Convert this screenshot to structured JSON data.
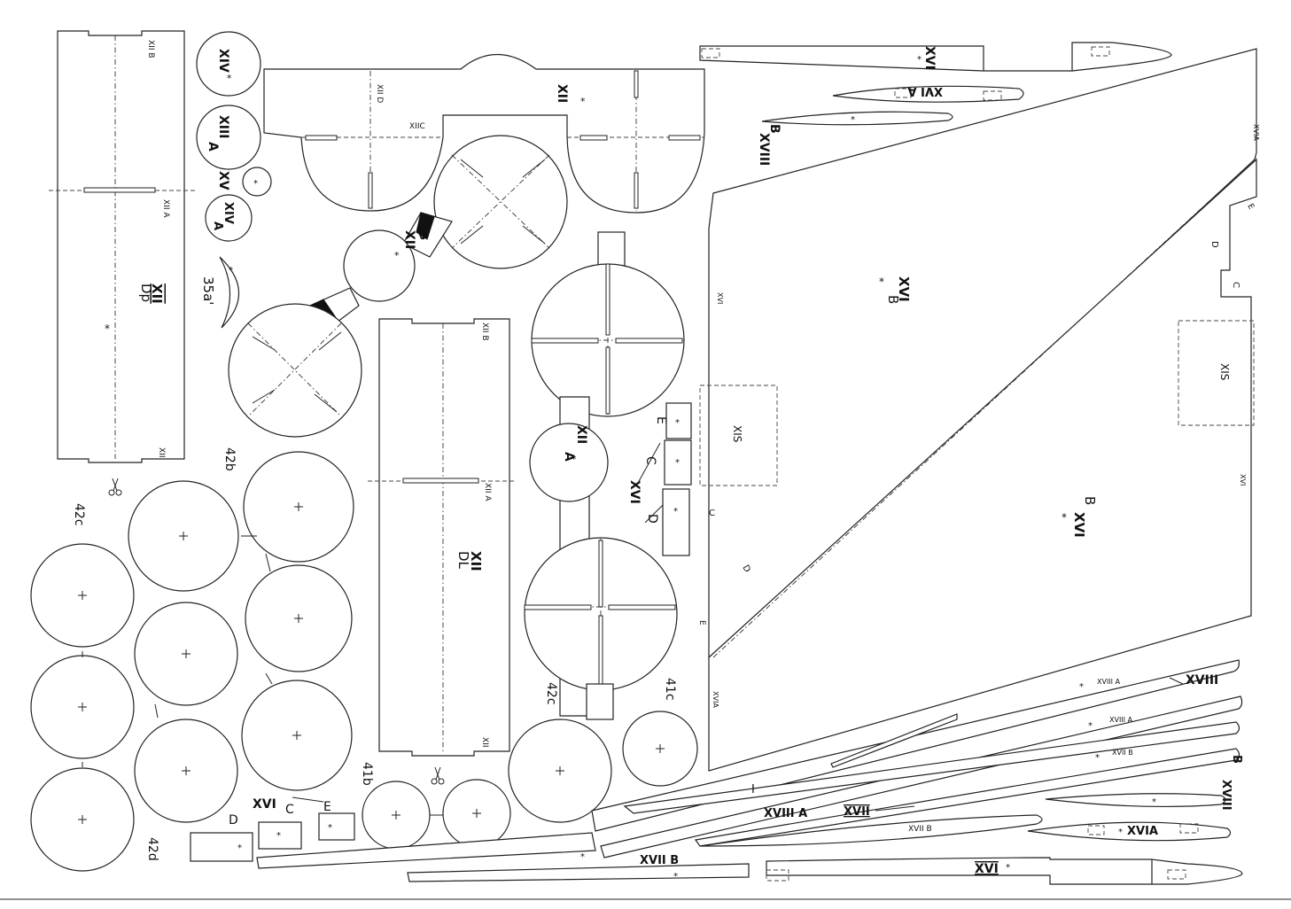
{
  "labels": {
    "xiv": "XIV",
    "xiii": "XIII",
    "xiii_a": "A",
    "xv": "XV",
    "xiv_a_top": "XIV",
    "xiv_a_sub": "A",
    "part_35a": "35a'",
    "xii_top": "XII",
    "xii_b_main": "XII",
    "xii_b_letter": "B",
    "xii_a_main": "XII",
    "xii_a_letter": "A",
    "xii_dp_main": "XII",
    "xii_dp_sub": "Dp",
    "xii_dl_main": "XII",
    "xii_dl_sub": "DL",
    "xvi_top": "XVI",
    "xvi_a_top": "XVI A",
    "xviii_b_top": "XVIII",
    "xviii_b_top_letter": "B",
    "xvi_b_upper": "XVI",
    "xvi_b_upper_letter": "B",
    "xvi_b_lower": "XVI",
    "xvi_b_lower_letter": "B",
    "xis_left": "XIS",
    "xis_right": "XIS",
    "xvi_c_group": "XVI",
    "xvi_c_letter": "C",
    "letter_d": "D",
    "letter_e": "E",
    "c_mark": "C",
    "d_mark": "D",
    "e_mark": "E",
    "xvi_mark": "XVI",
    "xvi_a_mark": "XVIA",
    "c_mark_right": "C",
    "d_mark_right": "D",
    "e_mark_right": "E",
    "xvi_a_mark_right": "XVIA",
    "xvi_mark_right": "XVI",
    "part_42b": "42b",
    "part_42c_left": "42c",
    "part_42c_mid": "42c",
    "part_42d": "42d",
    "part_41b": "41b",
    "part_41c": "41c",
    "xvi_c_bottom": "XVI",
    "xvi_c_bottom_letter": "C",
    "bottom_d": "D",
    "bottom_e": "E",
    "xvii_b_bottom": "XVII B",
    "xviii_a_bottom": "XVIII A",
    "xvii_mid": "XVII",
    "xvii_b_mid": "XVII B",
    "xviii_right": "XVIII",
    "xviii_a_small1": "XVIII A",
    "xviii_a_small2": "XVIII A",
    "xvii_b_small": "XVII B",
    "xviii_b_right": "XVIII",
    "xviii_b_right_letter": "B",
    "xvi_a_bottom": "XVIA",
    "xvi_bottom": "XVI",
    "ref_xiib_1": "XII B",
    "ref_xiid": "XII D",
    "ref_xiic": "XIIC",
    "ref_xiia_1": "XII A",
    "ref_xii_1": "XII",
    "ref_xiib_2": "XII B",
    "ref_xiia_2": "XII A",
    "ref_xii_2": "XII",
    "roman_i": "I",
    "star": "*"
  },
  "icons": {
    "scissors": "scissors-icon",
    "registration": "registration-cross-icon"
  },
  "colors": {
    "line": "#222222",
    "paper": "#ffffff"
  }
}
